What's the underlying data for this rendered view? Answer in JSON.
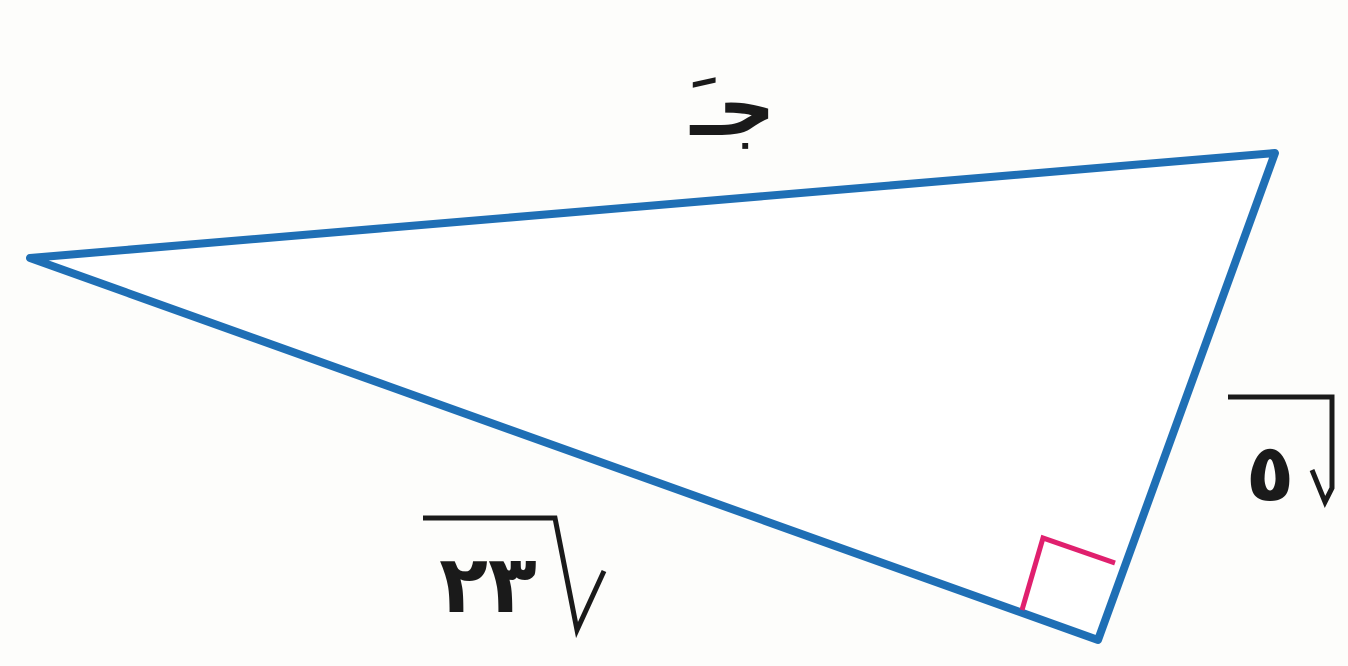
{
  "colors": {
    "triangle_stroke": "#1f6fb5",
    "right_angle_marker": "#e0206e",
    "label_text": "#1a1a1a",
    "background": "#fdfdfb"
  },
  "labels": {
    "hypotenuse": "جـَ",
    "short_leg_radicand": "٥",
    "long_leg_radicand": "٢٣"
  }
}
